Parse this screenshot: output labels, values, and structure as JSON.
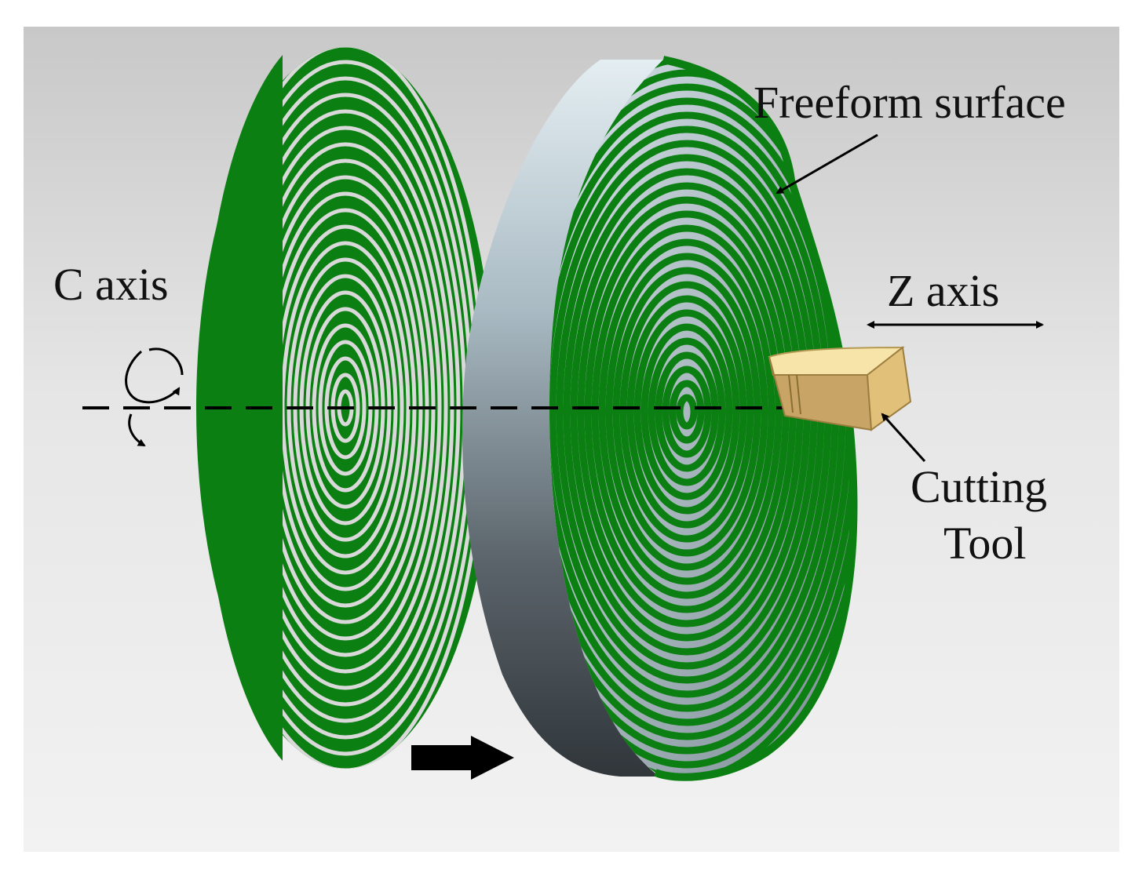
{
  "labels": {
    "freeform_surface": "Freeform surface",
    "c_axis": "C axis",
    "z_axis": "Z axis",
    "cutting_tool_line1": "Cutting",
    "cutting_tool_line2": "Tool"
  },
  "colors": {
    "toolpath_green": "#0b7f12",
    "background_light": "#f0f0f0",
    "background_mid": "#d2d2d2",
    "workpiece_light": "#dfe9ee",
    "workpiece_dark": "#3a3f44",
    "tool_body": "#e1c07a",
    "tool_top": "#f6e4a8",
    "annotation": "#000000"
  },
  "icons": {
    "rotation": "curved-rotation-arrow-icon",
    "feed": "feed-direction-arrow-icon",
    "z_motion": "double-headed-arrow-icon",
    "leader": "leader-arrow-icon"
  }
}
